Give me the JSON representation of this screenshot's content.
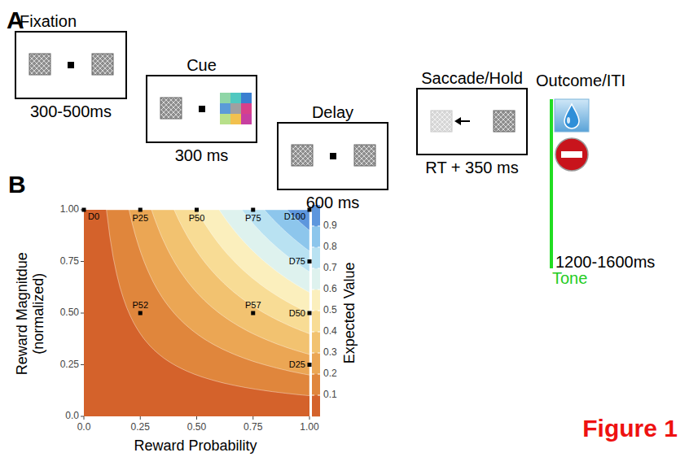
{
  "diagram": {
    "nodes": [
      {
        "text": [
          "Fixation",
          "300-500ms"
        ]
      },
      {
        "text": [
          "Cue",
          "300 ms"
        ]
      },
      {
        "text": [
          "Delay",
          "600 ms"
        ]
      },
      {
        "text": [
          "Saccade/Hold",
          "RT + 350 ms"
        ]
      }
    ],
    "labels": [
      "A",
      "B",
      "Outcome/ITI",
      "1200-1600ms",
      "Tone",
      "Reward Magnitdue (normalized)",
      "Reward Probability",
      "Expected Value",
      "1.00",
      "0.75",
      "0.50",
      "0.25",
      "0.0",
      "0.0",
      "0.25",
      "0.50",
      "0.75",
      "1.00",
      "0.9",
      "0.8",
      "0.7",
      "0.6",
      "0.5",
      "0.4",
      "0.3",
      "0.2",
      "0.1",
      "D0",
      "P25",
      "P50",
      "P75",
      "D100",
      "D75",
      "P52",
      "P57",
      "D50",
      "D25",
      "Figure 1"
    ]
  }
}
